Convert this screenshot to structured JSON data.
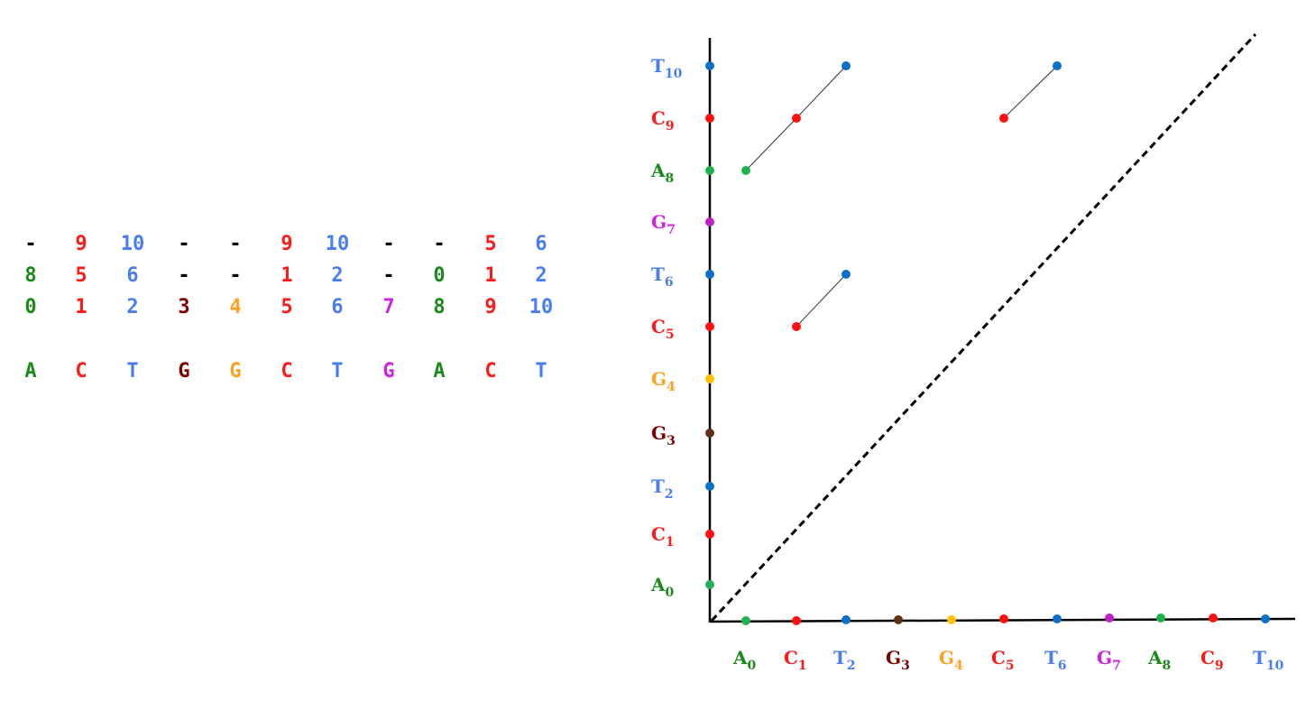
{
  "colors": {
    "A": "#1a8a1a",
    "C": "#ff1a1a",
    "T": "#4a7ef0",
    "G": "#800000",
    "G4": "#ffa020",
    "G7": "#d020e0",
    "dash": "#000000"
  },
  "table": {
    "rows": [
      [
        "-",
        "9",
        "10",
        "-",
        "-",
        "9",
        "10",
        "-",
        "-",
        "5",
        "6"
      ],
      [
        "8",
        "5",
        "6",
        "-",
        "-",
        "1",
        "2",
        "-",
        "0",
        "1",
        "2"
      ],
      [
        "0",
        "1",
        "2",
        "3",
        "4",
        "5",
        "6",
        "7",
        "8",
        "9",
        "10"
      ],
      [
        "A",
        "C",
        "T",
        "G",
        "G",
        "C",
        "T",
        "G",
        "A",
        "C",
        "T"
      ]
    ]
  },
  "plot": {
    "axis_labels": [
      {
        "letter": "A",
        "index": "0",
        "color": "#1a8a1a"
      },
      {
        "letter": "C",
        "index": "1",
        "color": "#ff1a1a"
      },
      {
        "letter": "T",
        "index": "2",
        "color": "#4a7ef0"
      },
      {
        "letter": "G",
        "index": "3",
        "color": "#800000"
      },
      {
        "letter": "G",
        "index": "4",
        "color": "#ffa020"
      },
      {
        "letter": "C",
        "index": "5",
        "color": "#ff1a1a"
      },
      {
        "letter": "T",
        "index": "6",
        "color": "#4a7ef0"
      },
      {
        "letter": "G",
        "index": "7",
        "color": "#d020e0"
      },
      {
        "letter": "A",
        "index": "8",
        "color": "#1a8a1a"
      },
      {
        "letter": "C",
        "index": "9",
        "color": "#ff1a1a"
      },
      {
        "letter": "T",
        "index": "10",
        "color": "#4a7ef0"
      }
    ],
    "dot_colors": [
      "#20b050",
      "#ff1010",
      "#0a70c8",
      "#603010",
      "#ffc000",
      "#ff1010",
      "#0a70c8",
      "#c020c0",
      "#20b050",
      "#ff1010",
      "#0a70c8"
    ],
    "matches": [
      [
        [
          0,
          8
        ],
        [
          1,
          9
        ],
        [
          2,
          10
        ]
      ],
      [
        [
          1,
          5
        ],
        [
          2,
          6
        ]
      ],
      [
        [
          5,
          9
        ],
        [
          6,
          10
        ]
      ]
    ]
  }
}
